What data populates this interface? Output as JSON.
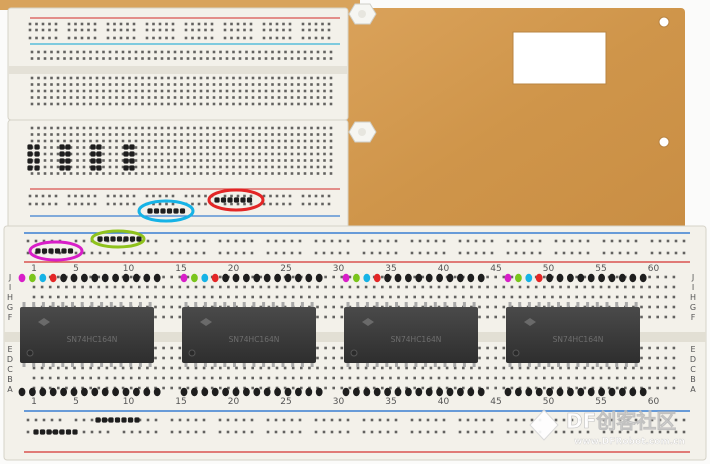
{
  "photo": {
    "subject": "breadboard",
    "colors": {
      "board": "#f3f1ea",
      "hole": "#2b2b2b",
      "red_rail": "#d9534f",
      "blue_rail": "#3b7fd1",
      "cyan_rail": "#39b4d6",
      "wood": "#d59a4f",
      "chip": "#3a3a3a",
      "marker_cyan": "#16b3e6",
      "marker_red": "#e32626",
      "marker_magenta": "#d81ec8",
      "marker_green": "#8fc21c",
      "pin_magenta": "#d81ec8",
      "pin_green": "#7ac51c",
      "pin_cyan": "#16b3e6",
      "pin_red": "#e32626"
    }
  },
  "main_board": {
    "column_numbers": [
      "1",
      "5",
      "10",
      "15",
      "20",
      "25",
      "30",
      "35",
      "40",
      "45",
      "50",
      "55",
      "60"
    ],
    "rows_top": [
      "J",
      "I",
      "H",
      "G",
      "F"
    ],
    "rows_bottom": [
      "E",
      "D",
      "C",
      "B",
      "A"
    ]
  },
  "chips": [
    {
      "markings": "SN74HC164N"
    },
    {
      "markings": "SN74HC164N"
    },
    {
      "markings": "SN74HC164N"
    },
    {
      "markings": "SN74HC164N"
    }
  ],
  "watermark": {
    "brand": "DF创客社区",
    "url": "www.DFRobot.com.cn"
  }
}
